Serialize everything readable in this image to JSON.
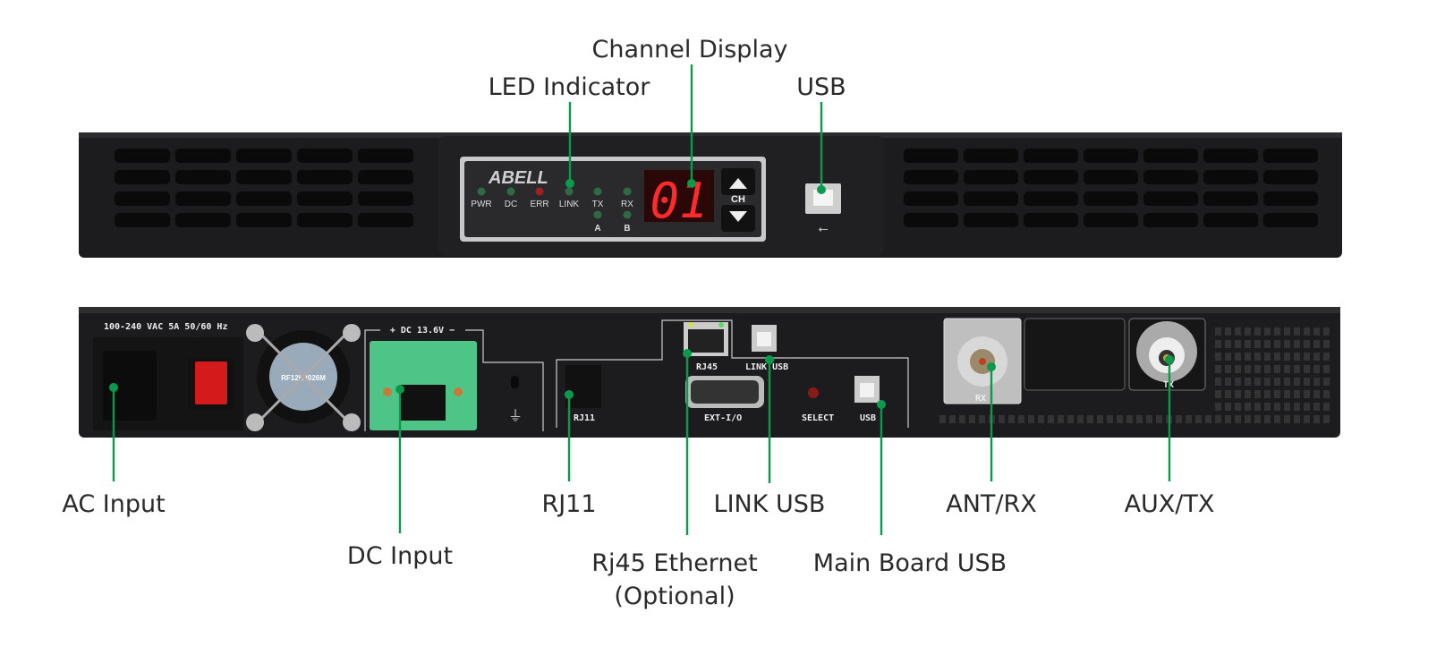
{
  "front_panel": {
    "brand": "ABELL",
    "leds": [
      "PWR",
      "DC",
      "ERR",
      "LINK",
      "TX",
      "RX"
    ],
    "led_sub_labels": [
      "A",
      "B"
    ],
    "channel_display": "01",
    "channel_button_label": "CH"
  },
  "rear_panel": {
    "power_rating": "100-240 VAC  5A 50/60 Hz",
    "fan_label": "RF12B4026M",
    "dc_rating": "+ DC 13.6V −",
    "port_labels": {
      "rj11": "RJ11",
      "rj45": "RJ45",
      "link_usb": "LINK USB",
      "ext_io": "EXT-I/O",
      "select": "SELECT",
      "usb": "USB",
      "rx": "RX",
      "tx": "TX"
    }
  },
  "callouts": {
    "channel_display": "Channel Display",
    "led_indicator": "LED Indicator",
    "front_usb": "USB",
    "ac_input": "AC Input",
    "dc_input": "DC Input",
    "rj11": "RJ11",
    "rj45_line1": "Rj45 Ethernet",
    "rj45_line2": "(Optional)",
    "link_usb": "LINK USB",
    "main_board_usb": "Main Board USB",
    "ant_rx": "ANT/RX",
    "aux_tx": "AUX/TX"
  },
  "colors": {
    "callout_line": "#0b9a4c",
    "chassis": "#1c1c1e",
    "display_digits": "#ff2a2a",
    "dc_terminal": "#4fc487"
  }
}
